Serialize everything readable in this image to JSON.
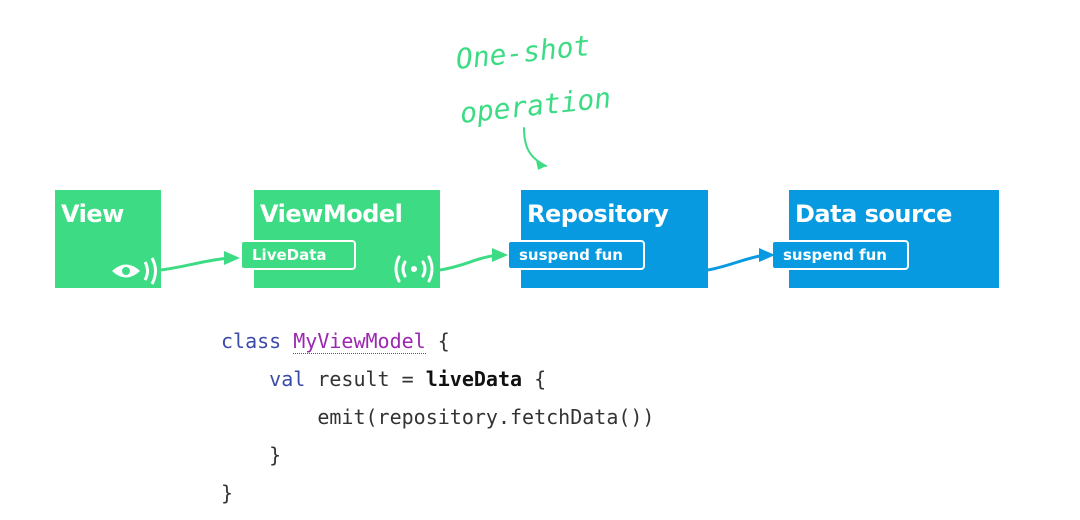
{
  "annotation": {
    "line1": "One-shot",
    "line2": "operation"
  },
  "boxes": {
    "view": {
      "title": "View"
    },
    "viewmodel": {
      "title": "ViewModel",
      "pill": "LiveData"
    },
    "repository": {
      "title": "Repository",
      "pill": "suspend fun"
    },
    "datasource": {
      "title": "Data source",
      "pill": "suspend fun"
    }
  },
  "code": {
    "kw_class": "class",
    "class_name": "MyViewModel",
    "brace_open": " {",
    "kw_val": "val",
    "result_assign": " result = ",
    "builder": "liveData",
    "builder_brace": " {",
    "emit_line": "emit(repository.fetchData())",
    "inner_close": "}",
    "outer_close": "}"
  },
  "icons": {
    "view_icon": "eye-icon",
    "vm_icon": "broadcast-icon"
  },
  "colors": {
    "green": "#3ddc84",
    "blue": "#079ae1",
    "keyword": "#3b4ba8",
    "class": "#9c27b0"
  }
}
